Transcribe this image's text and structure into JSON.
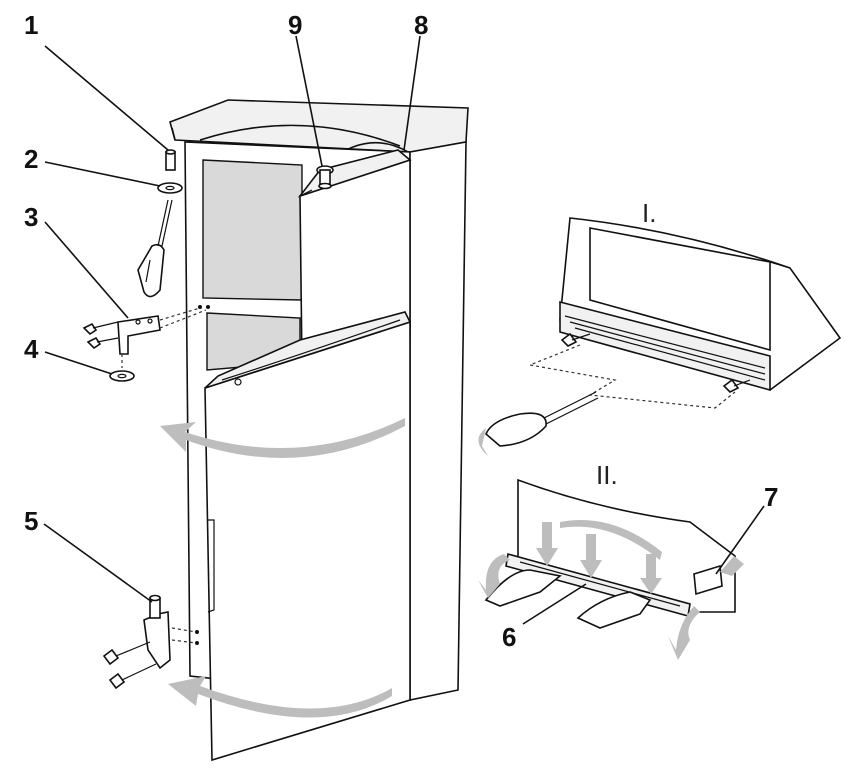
{
  "callouts": [
    {
      "id": "1",
      "label": "1"
    },
    {
      "id": "2",
      "label": "2"
    },
    {
      "id": "3",
      "label": "3"
    },
    {
      "id": "4",
      "label": "4"
    },
    {
      "id": "5",
      "label": "5"
    },
    {
      "id": "6",
      "label": "6"
    },
    {
      "id": "7",
      "label": "7"
    },
    {
      "id": "8",
      "label": "8"
    },
    {
      "id": "9",
      "label": "9"
    }
  ],
  "steps": [
    {
      "id": "step-1",
      "label": "I."
    },
    {
      "id": "step-2",
      "label": "II."
    }
  ]
}
